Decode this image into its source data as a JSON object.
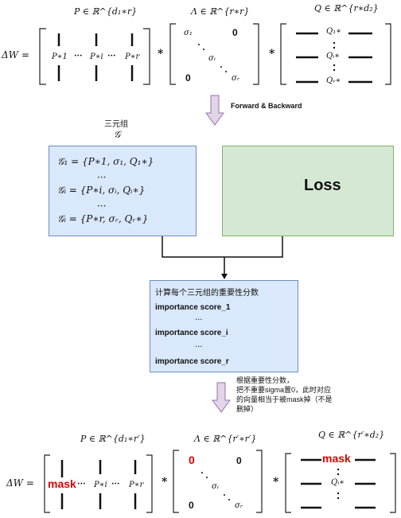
{
  "top": {
    "P_label": "P ∈ ℝ^{d₁∗r}",
    "Lambda_label": "Λ ∈ ℝ^{r∗r}",
    "Q_label": "Q ∈ ℝ^{r∗d₂}",
    "deltaW": "ΔW =",
    "P_cols": [
      "P∗1",
      "···",
      "P∗i",
      "···",
      "P∗r"
    ],
    "sigma1": "σ₁",
    "sigmai": "σᵢ",
    "sigmar": "σᵣ",
    "zero_tr": "0",
    "zero_bl": "0",
    "Q_rows": [
      "Q₁∗",
      "Qᵢ∗",
      "Qᵣ∗"
    ],
    "times": "*"
  },
  "arrow1_label": "Forward & Backward",
  "triplet": {
    "title_cn": "三元组",
    "title_sym": "𝒢",
    "g1": "𝒢₁ = {P∗1, σ₁, Q₁∗}",
    "dots1": "···",
    "gi": "𝒢ᵢ = {P∗i, σᵢ, Qᵢ∗}",
    "dots2": "···",
    "gr": "𝒢ᵢ = {P∗r, σᵣ, Qᵣ∗}"
  },
  "loss": "Loss",
  "importance": {
    "title": "计算每个三元组的重要性分数",
    "s1": "importance score_1",
    "d1": "···",
    "si": "importance score_i",
    "d2": "···",
    "sr": "importance score_r"
  },
  "arrow2_note": [
    "根据重要性分数，",
    "把不重要sigma置0，此时对应",
    "的向量相当于被mask掉（不是",
    "删掉）"
  ],
  "bottom": {
    "P_label": "P ∈ ℝ^{d₁∗r′}",
    "Lambda_label": "Λ ∈ ℝ^{r′∗r′}",
    "Q_label": "Q ∈ ℝ^{r′∗d₂}",
    "deltaW": "ΔW =",
    "mask_P": "mask",
    "P_cols": [
      "···",
      "P∗i",
      "···",
      "P∗r"
    ],
    "zero_red": "0",
    "zero_tr": "0",
    "sigmai": "σᵢ",
    "zero_bl": "0",
    "sigmar": "σᵣ",
    "mask_Q": "mask",
    "Q_rows": [
      "Qᵢ∗"
    ],
    "times": "*"
  },
  "colors": {
    "blue_fill": "#dae8fc",
    "blue_stroke": "#6c8ebf",
    "green_fill": "#d5e8d4",
    "green_stroke": "#82b366",
    "arrow_fill": "#e1d5e7",
    "arrow_stroke": "#9673a6",
    "mask_red": "#e00000"
  }
}
